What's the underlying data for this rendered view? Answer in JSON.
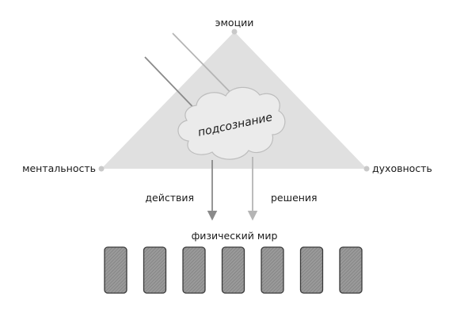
{
  "labels": {
    "top": "эмоции",
    "left": "ментальность",
    "right": "духовность",
    "center": "подсознание",
    "actions": "действия",
    "decisions": "решения",
    "world": "физический мир"
  },
  "world": {
    "block_count": 7
  },
  "colors": {
    "triangle_fill": "#e0e0e0",
    "vertex_dot": "#c9c9c9",
    "cloud_fill": "#ebebeb",
    "cloud_stroke": "#bdbdbd",
    "arrow_dark": "#8a8a8a",
    "arrow_light": "#b5b5b5",
    "block_fill": "#8d8d8d",
    "block_stroke": "#3a3a3a",
    "text": "#1a1a1a"
  }
}
